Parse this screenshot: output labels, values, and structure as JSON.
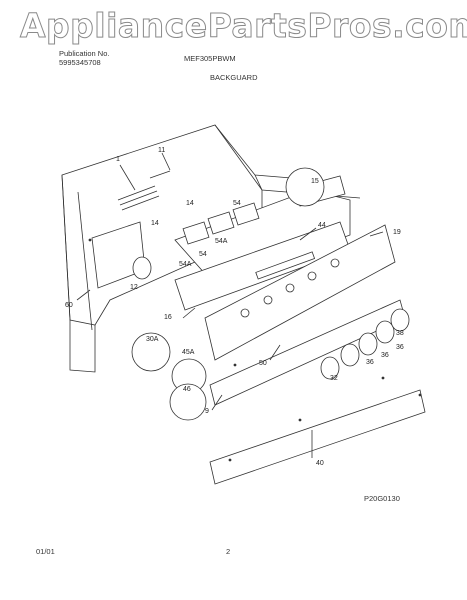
{
  "watermark": "AppliancePartsPros.com",
  "header": {
    "publication_label": "Publication No.",
    "publication_number": "5995345708",
    "model": "MEF305PBWM",
    "section": "BACKGUARD"
  },
  "callouts": [
    "1",
    "11",
    "15",
    "14",
    "54",
    "44",
    "19",
    "14",
    "54A",
    "54A",
    "54",
    "12",
    "16",
    "60",
    "30A",
    "45A",
    "46",
    "50",
    "38",
    "36",
    "36",
    "36",
    "32",
    "9",
    "40"
  ],
  "diagram_code": "P20G0130",
  "footer": {
    "date": "01/01",
    "page": "2"
  }
}
